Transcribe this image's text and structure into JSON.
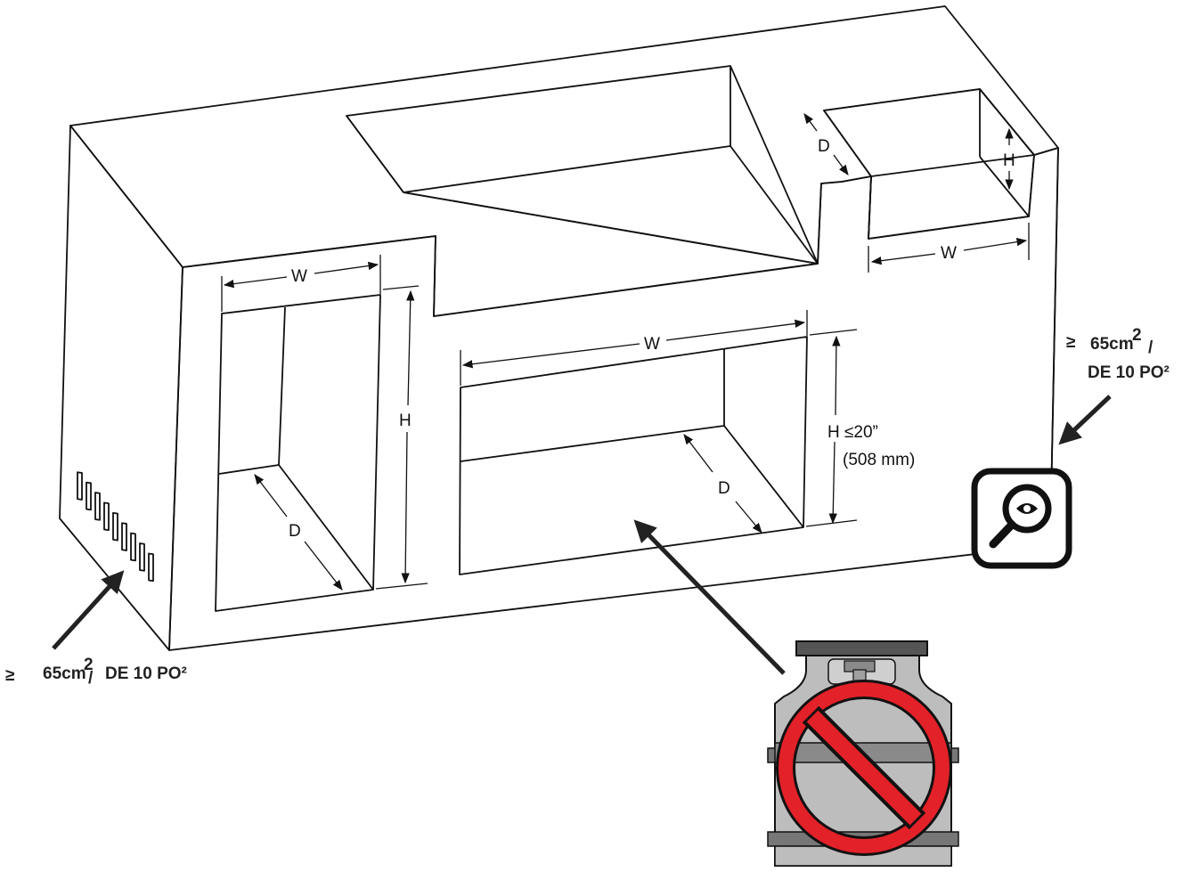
{
  "dimension_labels": {
    "left_width": "W",
    "left_height": "H",
    "left_depth": "D",
    "center_width": "W",
    "center_height": "H ≤20”",
    "center_height_metric": "(508 mm)",
    "center_depth": "D",
    "right_depth": "D",
    "right_height": "H",
    "right_width": "W"
  },
  "vent_right": {
    "symbol": "≥",
    "area": "65cm",
    "exp": "2",
    "slash": "/",
    "imperial": "DE 10 PO²"
  },
  "vent_left": {
    "symbol": "≥",
    "area": "65cm",
    "exp": "2",
    "slash": "/",
    "imperial": "DE 10 PO²"
  },
  "icons": {
    "inspect": "inspect-magnifier-eye-icon",
    "no_tank": "no-propane-tank-icon"
  },
  "colors": {
    "cabinet": "#d9d9d9",
    "outline": "#111111",
    "tank": "#bdbdbd",
    "prohibit_red": "#e32129"
  }
}
